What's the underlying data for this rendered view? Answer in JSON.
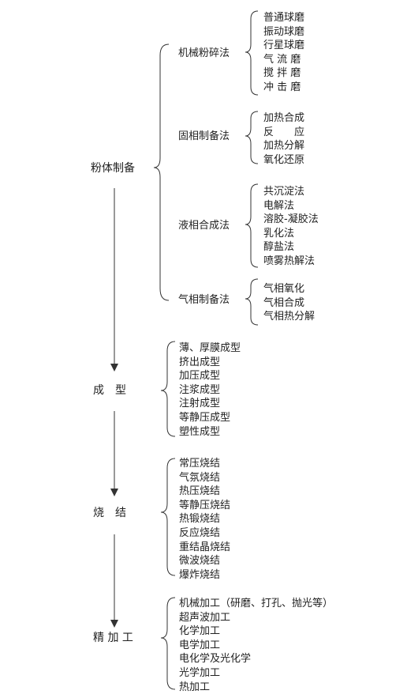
{
  "stages": {
    "powder": "粉体制备",
    "forming": "成　型",
    "sintering": "烧　结",
    "finishing": "精 加 工"
  },
  "powder_methods": [
    {
      "label": "机械粉碎法",
      "items": [
        "普通球磨",
        "振动球磨",
        "行星球磨",
        "气 流 磨",
        "搅 拌 磨",
        "冲 击 磨"
      ]
    },
    {
      "label": "固相制备法",
      "items": [
        "加热合成",
        "反　　应",
        "加热分解",
        "氧化还原"
      ]
    },
    {
      "label": "液相合成法",
      "items": [
        "共沉淀法",
        "电解法",
        "溶胶-凝胶法",
        "乳化法",
        "醇盐法",
        "喷雾热解法"
      ]
    },
    {
      "label": "气相制备法",
      "items": [
        "气相氧化",
        "气相合成",
        "气相热分解"
      ]
    }
  ],
  "forming_methods": [
    "薄、厚膜成型",
    "挤出成型",
    "加压成型",
    "注浆成型",
    "注射成型",
    "等静压成型",
    "塑性成型"
  ],
  "sintering_methods": [
    "常压烧结",
    "气氛烧结",
    "热压烧结",
    "等静压烧结",
    "热锻烧结",
    "反应烧结",
    "重结晶烧结",
    "微波烧结",
    "爆炸烧结"
  ],
  "finishing_methods": [
    "机械加工（研磨、打孔、抛光等）",
    "超声波加工",
    "化学加工",
    "电学加工",
    "电化学及光化学",
    "光学加工",
    "热加工"
  ]
}
